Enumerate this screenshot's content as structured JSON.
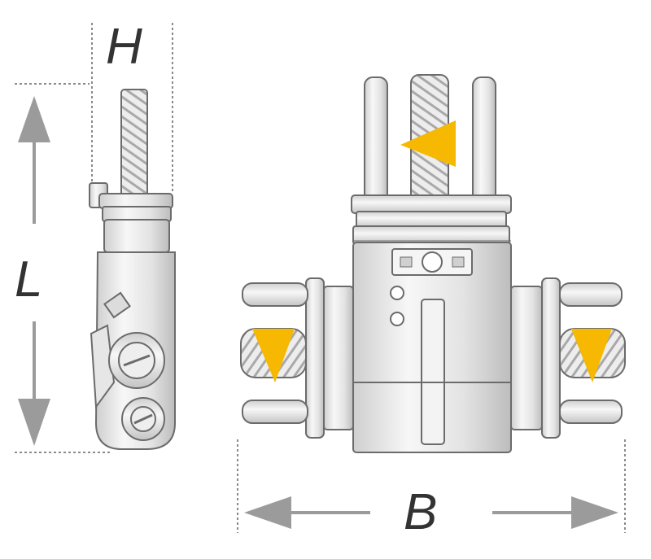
{
  "labels": {
    "height": "H",
    "length": "L",
    "breadth": "B"
  },
  "colors": {
    "arrow_accent": "#f6b800",
    "dimension_arrow": "#9b9b9b",
    "outline": "#6b6b6b",
    "metal_light": "#f2f2f2",
    "metal_mid": "#d8d8d8",
    "metal_dark": "#b5b5b5",
    "label_text": "#333333"
  }
}
